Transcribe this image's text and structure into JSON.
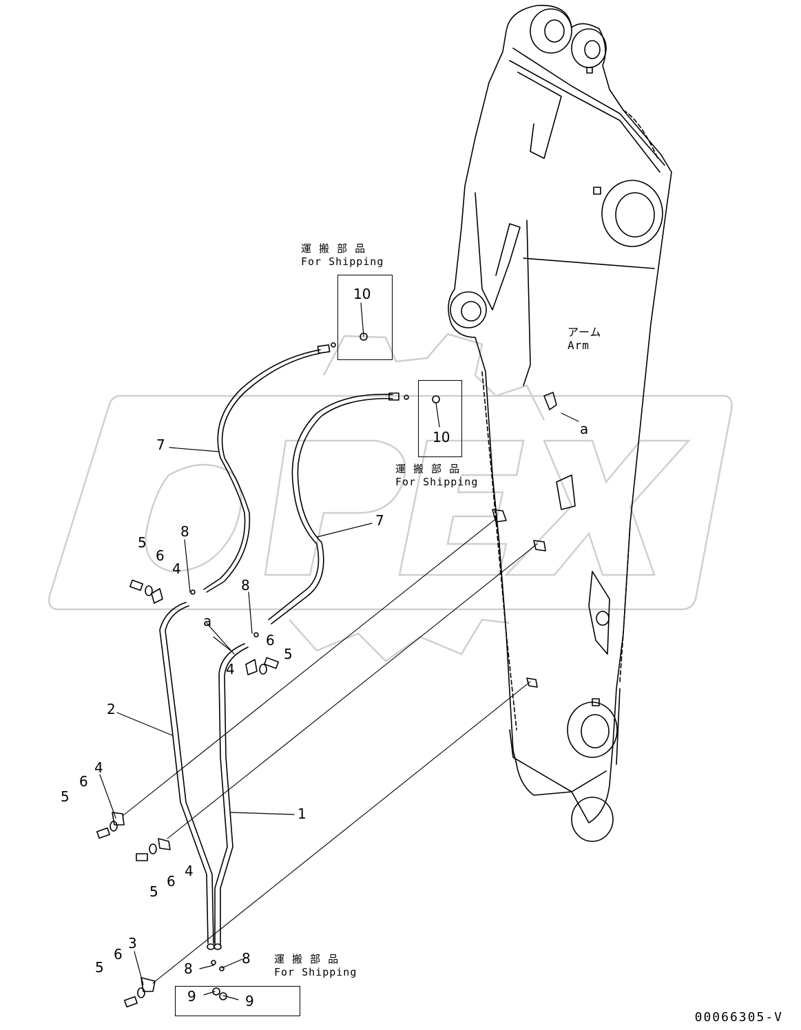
{
  "diagram": {
    "watermark_text": "OPEX",
    "shipping_notes": [
      {
        "jp": "運 搬 部 品",
        "en": "For Shipping"
      },
      {
        "jp": "運 搬 部 品",
        "en": "For Shipping"
      },
      {
        "jp": "運 搬 部 品",
        "en": "For Shipping"
      }
    ],
    "arm_label": {
      "jp": "アーム",
      "en": "Arm"
    },
    "callouts": {
      "n10a": "10",
      "n10b": "10",
      "n7a": "7",
      "n7b": "7",
      "n8a": "8",
      "n8b": "8",
      "n8c": "8",
      "n8d": "8",
      "n5a": "5",
      "n6a": "6",
      "n4a": "4",
      "n6b": "6",
      "n5b": "5",
      "n4b": "4",
      "n2": "2",
      "n1": "1",
      "n4c": "4",
      "n6c": "6",
      "n5c": "5",
      "n4d": "4",
      "n6d": "6",
      "n5d": "5",
      "n3": "3",
      "n6e": "6",
      "n5e": "5",
      "n9a": "9",
      "n9b": "9",
      "na1": "a",
      "na2": "a"
    },
    "document_number": "00066305-V"
  }
}
